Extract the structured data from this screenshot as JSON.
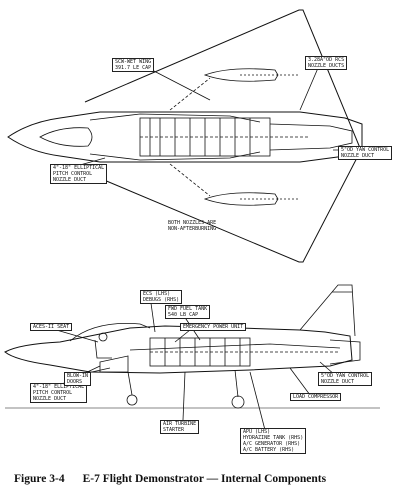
{
  "plan_view": {
    "wing_label": "SCW-WET WING\n391.7 LE CAP",
    "rcs_label": "3.28A\"OD RCS\nNOZZLE DUCTS",
    "pitch_duct_label": "4\"-18\" ELLIPTICAL\nPITCH CONTROL\nNOZZLE DUCT",
    "yaw_duct_label": "5\"OD YAW CONTROL\nNOZZLE DUCT",
    "nozzles_note": "BOTH NOZZLES ARE\nNON-AFTERBURNING"
  },
  "side_view": {
    "ecs_label": "ECS (LHS)\nDEBUGS (RHS)",
    "seat_label": "ACES-II SEAT",
    "fuel_tank_label": "FWD FUEL TANK\n540 LB CAP",
    "emergency_label": "EMERGENCY POWER UNIT",
    "pitch_duct_label": "4\"-18\" ELLIPTICAL\nPITCH CONTROL\nNOZZLE DUCT",
    "blow_in_label": "BLOW-IN\nDOORS",
    "yaw_duct_label": "5\"OD YAW CONTROL\nNOZZLE DUCT",
    "load_compressor_label": "LOAD COMPRESSOR",
    "starter_label": "AIR TURBINE\nSTARTER",
    "apu_label": "APU (LHS)\nHYDRAZINE TANK (RHS)\nA/C GENERATOR (RHS)\nA/C BATTERY (RHS)"
  },
  "caption": {
    "number": "Figure 3-4",
    "title": "E-7 Flight Demonstrator — Internal Components"
  }
}
